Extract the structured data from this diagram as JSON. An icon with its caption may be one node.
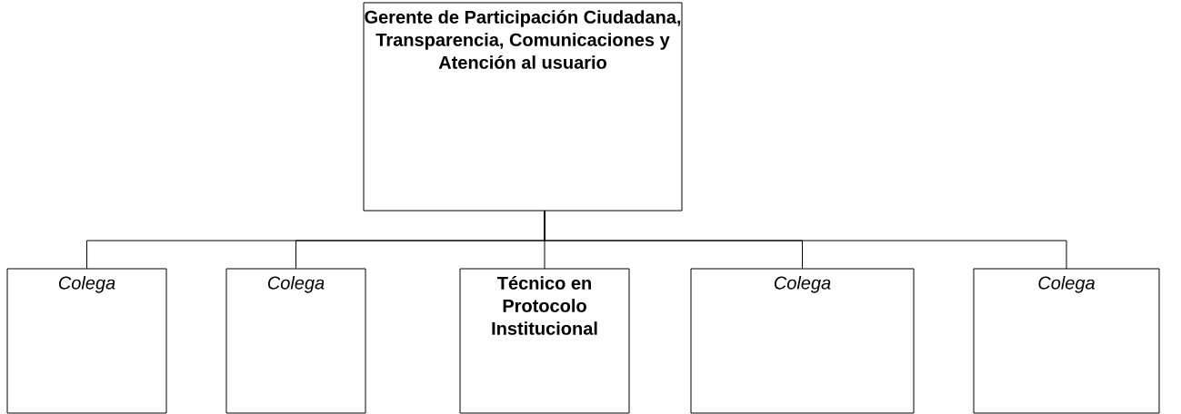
{
  "diagram": {
    "nodes": [
      {
        "text": [
          "Gerente de Participación Ciudadana, Transparencia, Comunicaciones y Atención al usuario"
        ]
      },
      {
        "text": [
          "Colega"
        ]
      },
      {
        "text": [
          "Colega"
        ]
      },
      {
        "text": [
          "Técnico en Protocolo Institucional"
        ]
      },
      {
        "text": [
          "Colega"
        ]
      },
      {
        "text": [
          "Colega"
        ]
      }
    ],
    "edges": [
      {
        "from": 0,
        "to": 1,
        "arrow": "none"
      },
      {
        "from": 0,
        "to": 2,
        "arrow": "none"
      },
      {
        "from": 0,
        "to": 3,
        "arrow": "none"
      },
      {
        "from": 0,
        "to": 4,
        "arrow": "none"
      },
      {
        "from": 0,
        "to": 5,
        "arrow": "none"
      }
    ]
  }
}
